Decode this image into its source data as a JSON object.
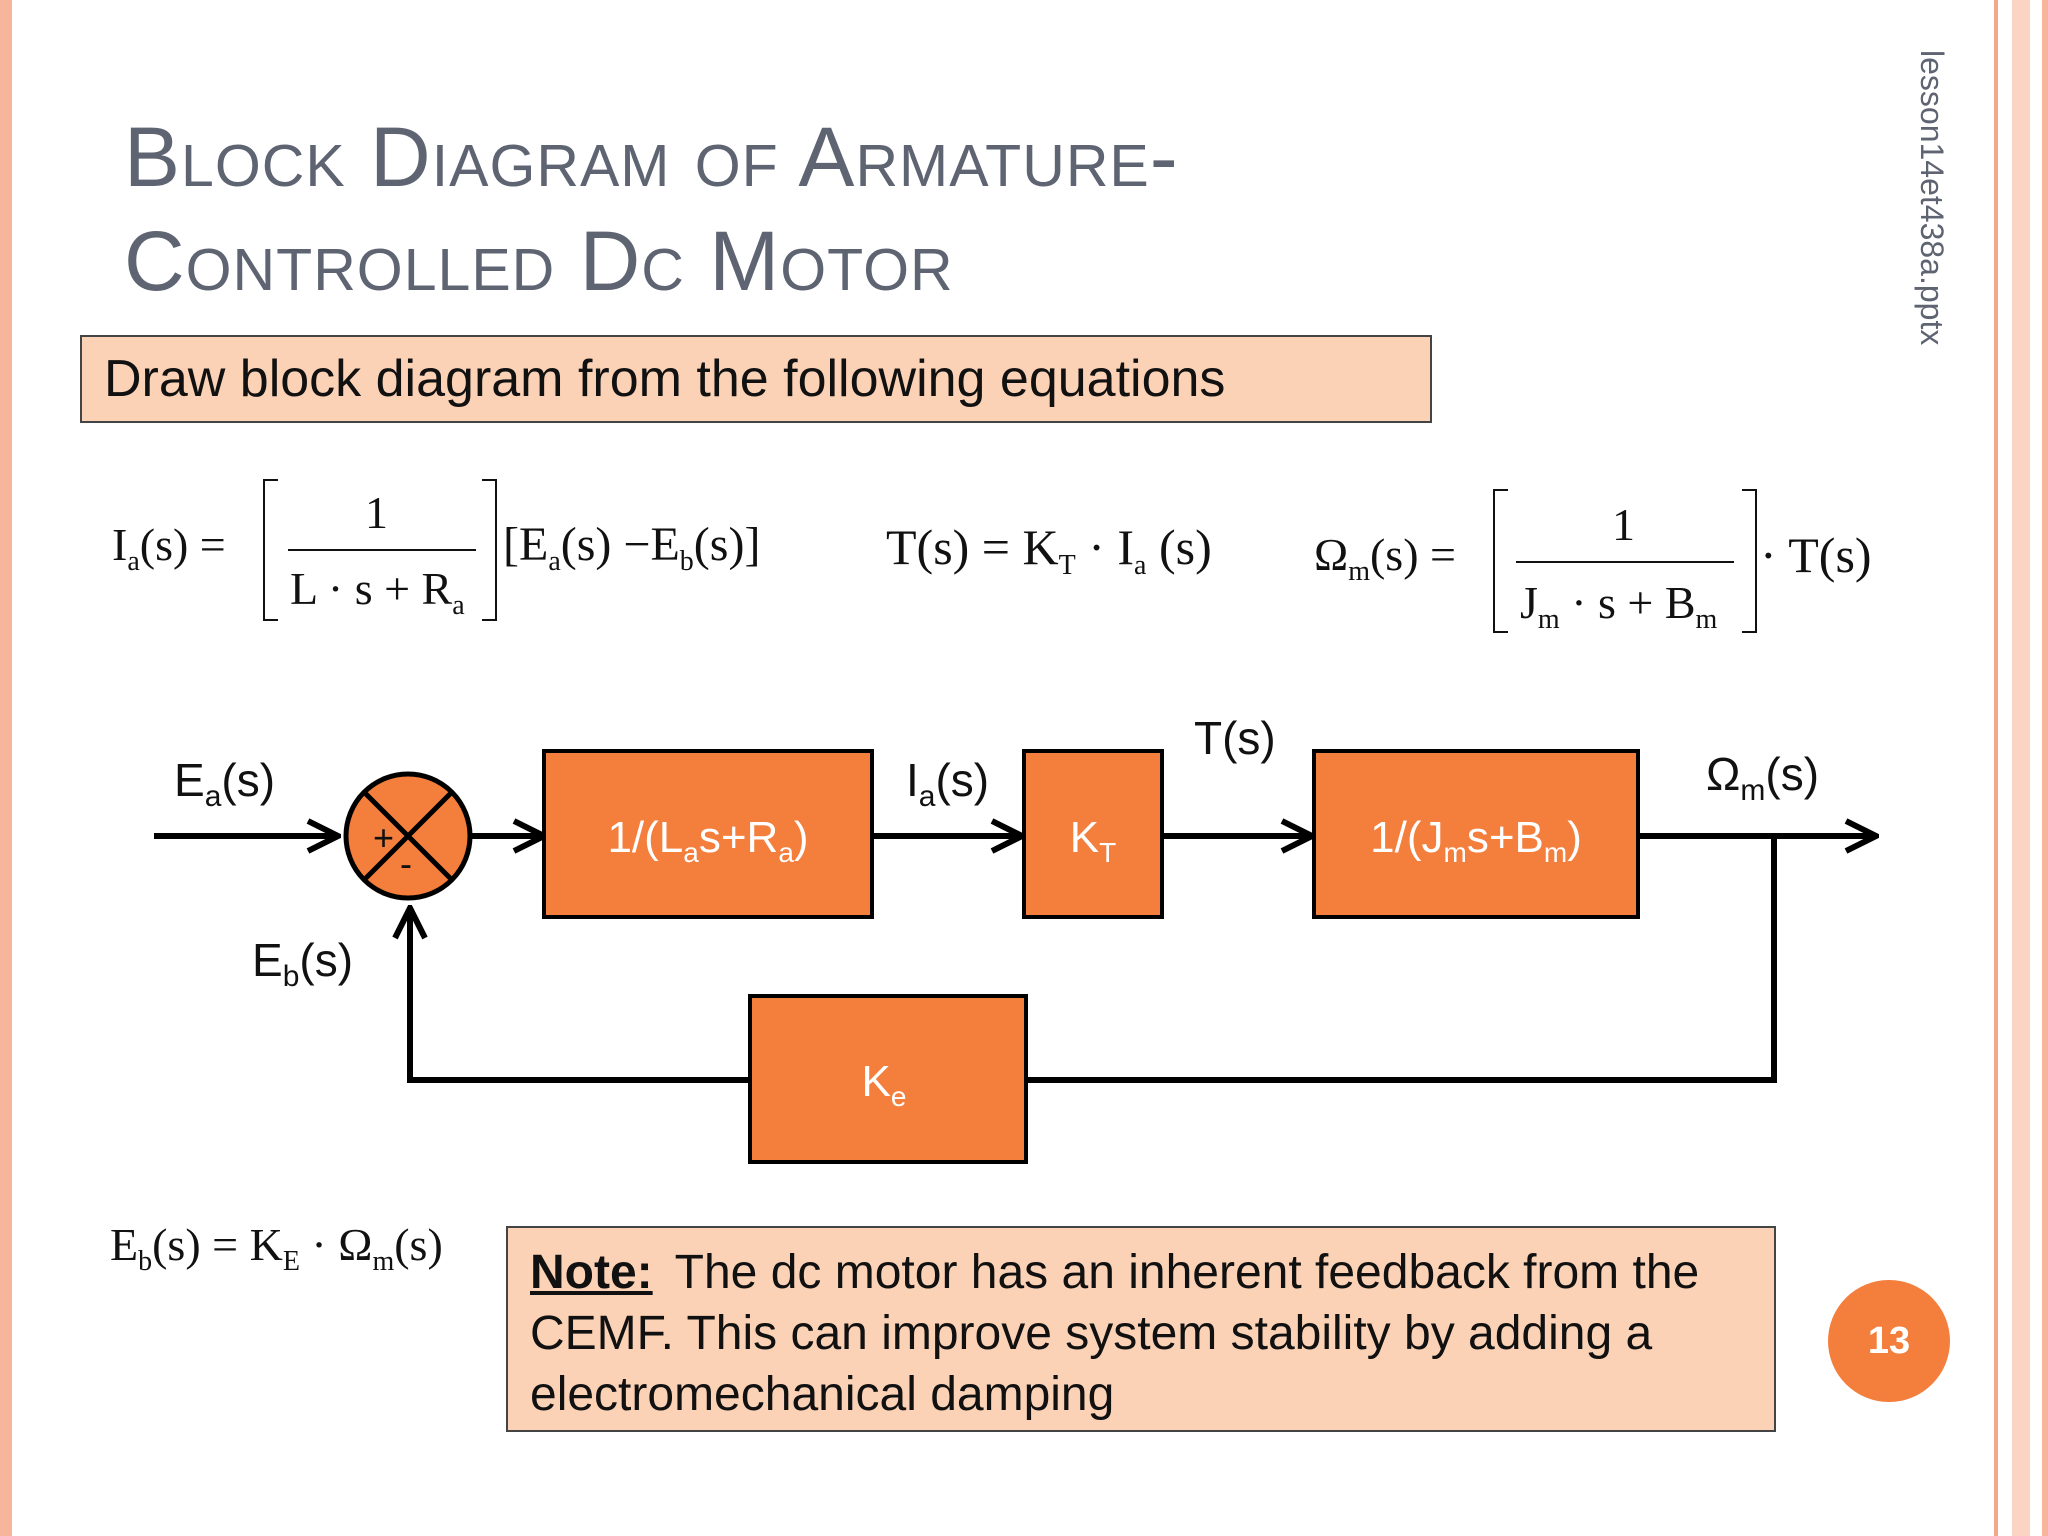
{
  "slide": {
    "title_line1": "Block Diagram of Armature-",
    "title_line2": "Controlled Dc Motor",
    "instruction": "Draw block diagram from the following equations",
    "filename": "lesson14et438a.pptx",
    "page_number": "13",
    "note_label": "Note:",
    "note_text": "The dc motor has an inherent feedback from the CEMF.  This can improve system stability by adding a electromechanical damping",
    "accent_color": "#f47e3c",
    "box_fill": "#fcd2b7"
  },
  "equations": {
    "eq1": "I_a(s) = [1 / (L·s + R_a)] [E_a(s) − E_b(s)]",
    "eq2": "T(s) = K_T · I_a(s)",
    "eq3": "Ω_m(s) = [1 / (J_m·s + B_m)] · T(s)",
    "eq4": "E_b(s) = K_E · Ω_m(s)"
  },
  "diagram": {
    "signals": {
      "input": "Ea(s)",
      "current": "Ia(s)",
      "torque": "T(s)",
      "output": "Ωm(s)",
      "feedback": "Eb(s)"
    },
    "summing_signs": [
      "+",
      "-"
    ],
    "blocks": {
      "electrical": "1/(Las+Ra)",
      "torque_constant": "KT",
      "mechanical": "1/(Jms+Bm)",
      "back_emf": "Ke"
    }
  }
}
